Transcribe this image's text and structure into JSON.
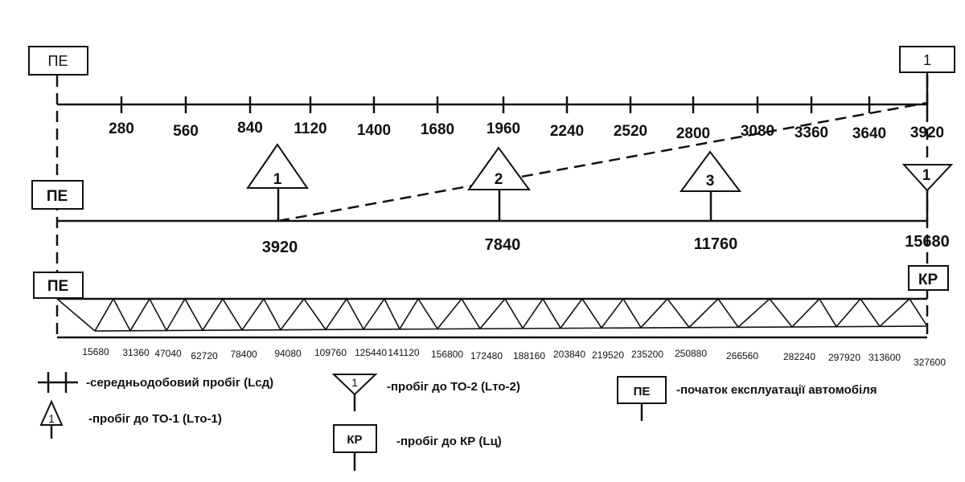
{
  "row1": {
    "start_box": "ПЕ",
    "end_box": "1",
    "ticks": [
      "280",
      "560",
      "840",
      "1120",
      "1400",
      "1680",
      "1960",
      "2240",
      "2520",
      "2800",
      "3080",
      "3360",
      "3640",
      "3920"
    ]
  },
  "row2": {
    "start_box": "ПЕ",
    "triangles": [
      "1",
      "2",
      "3"
    ],
    "end_triangle": "1",
    "labels": [
      "3920",
      "7840",
      "11760",
      "15680"
    ]
  },
  "row3": {
    "start_box": "ПЕ",
    "end_box": "КР",
    "labels": [
      "15680",
      "31360",
      "47040",
      "62720",
      "78400",
      "94080",
      "109760",
      "125440",
      "141120",
      "156800",
      "172480",
      "188160",
      "203840",
      "219520",
      "235200",
      "250880",
      "266560",
      "282240",
      "297920",
      "313600",
      "327600"
    ]
  },
  "legend": {
    "daily": "-середньодобовий пробіг (Lсд)",
    "to1_symbol": "1",
    "to1": "-пробіг до ТО-1 (Lто-1)",
    "to2_symbol": "1",
    "to2": "-пробіг до ТО-2 (Lто-2)",
    "kr_symbol": "КР",
    "kr": "-пробіг до КР (Lц)",
    "pe_symbol": "ПЕ",
    "pe": "-початок експлуатації автомобіля"
  }
}
